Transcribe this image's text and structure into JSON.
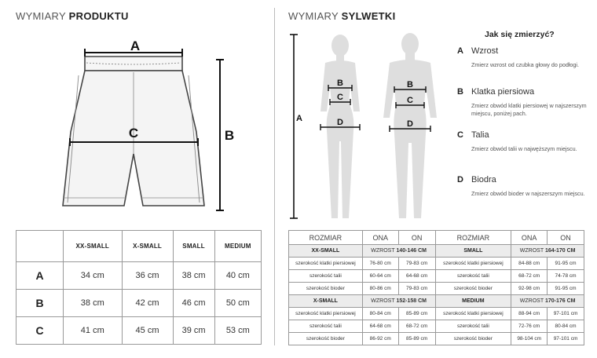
{
  "left": {
    "title_light": "WYMIARY",
    "title_bold": "PRODUKTU",
    "labels": {
      "a": "A",
      "b": "B",
      "c": "C"
    },
    "table": {
      "columns": [
        "XX-SMALL",
        "X-SMALL",
        "SMALL",
        "MEDIUM"
      ],
      "rows": [
        {
          "label": "A",
          "values": [
            "34 cm",
            "36 cm",
            "38 cm",
            "40 cm"
          ]
        },
        {
          "label": "B",
          "values": [
            "38 cm",
            "42 cm",
            "46 cm",
            "50 cm"
          ]
        },
        {
          "label": "C",
          "values": [
            "41 cm",
            "45 cm",
            "39 cm",
            "53 cm"
          ]
        }
      ]
    }
  },
  "right": {
    "title_light": "WYMIARY",
    "title_bold": "SYLWETKI",
    "labels": {
      "a": "A",
      "b": "B",
      "c": "C",
      "d": "D"
    },
    "instructions_title": "Jak się zmierzyć?",
    "instructions": [
      {
        "letter": "A",
        "name": "Wzrost",
        "desc": "Zmierz wzrost od czubka głowy do podłogi."
      },
      {
        "letter": "B",
        "name": "Klatka piersiowa",
        "desc": "Zmierz obwód klatki piersiowej w najszerszym miejscu, poniżej pach."
      },
      {
        "letter": "C",
        "name": "Talia",
        "desc": "Zmierz obwód talii w najwęższym miejscu."
      },
      {
        "letter": "D",
        "name": "Biodra",
        "desc": "Zmierz obwód bioder w najszerszym miejscu."
      }
    ],
    "table": {
      "header": {
        "rozmiar": "ROZMIAR",
        "ona": "ONA",
        "on": "ON"
      },
      "groups": [
        {
          "left": {
            "name": "XX-SMALL",
            "height_label": "WZROST",
            "height": "140-146 CM"
          },
          "right": {
            "name": "SMALL",
            "height_label": "WZROST",
            "height": "164-170 CM"
          },
          "rows": [
            {
              "l_label": "szerokość klatki piersiowej",
              "l_ona": "76-80 cm",
              "l_on": "79-83 cm",
              "r_label": "szerokość klatki piersiowej",
              "r_ona": "84-88 cm",
              "r_on": "91-95 cm"
            },
            {
              "l_label": "szerokość talii",
              "l_ona": "60-64 cm",
              "l_on": "64-68 cm",
              "r_label": "szerokość talii",
              "r_ona": "68-72 cm",
              "r_on": "74-78 cm"
            },
            {
              "l_label": "szerokość bioder",
              "l_ona": "80-86 cm",
              "l_on": "79-83 cm",
              "r_label": "szerokość bioder",
              "r_ona": "92-98 cm",
              "r_on": "91-95 cm"
            }
          ]
        },
        {
          "left": {
            "name": "X-SMALL",
            "height_label": "WZROST",
            "height": "152-158 CM"
          },
          "right": {
            "name": "MEDIUM",
            "height_label": "WZROST",
            "height": "170-176 CM"
          },
          "rows": [
            {
              "l_label": "szerokość klatki piersiowej",
              "l_ona": "80-84 cm",
              "l_on": "85-89 cm",
              "r_label": "szerokość klatki piersiowej",
              "r_ona": "88-94 cm",
              "r_on": "97-101 cm"
            },
            {
              "l_label": "szerokość talii",
              "l_ona": "64-68 cm",
              "l_on": "68-72 cm",
              "r_label": "szerokość talii",
              "r_ona": "72-76 cm",
              "r_on": "80-84 cm"
            },
            {
              "l_label": "szerokość bioder",
              "l_ona": "86-92 cm",
              "l_on": "85-89 cm",
              "r_label": "szerokość bioder",
              "r_ona": "98-104 cm",
              "r_on": "97-101 cm"
            }
          ]
        }
      ]
    }
  }
}
